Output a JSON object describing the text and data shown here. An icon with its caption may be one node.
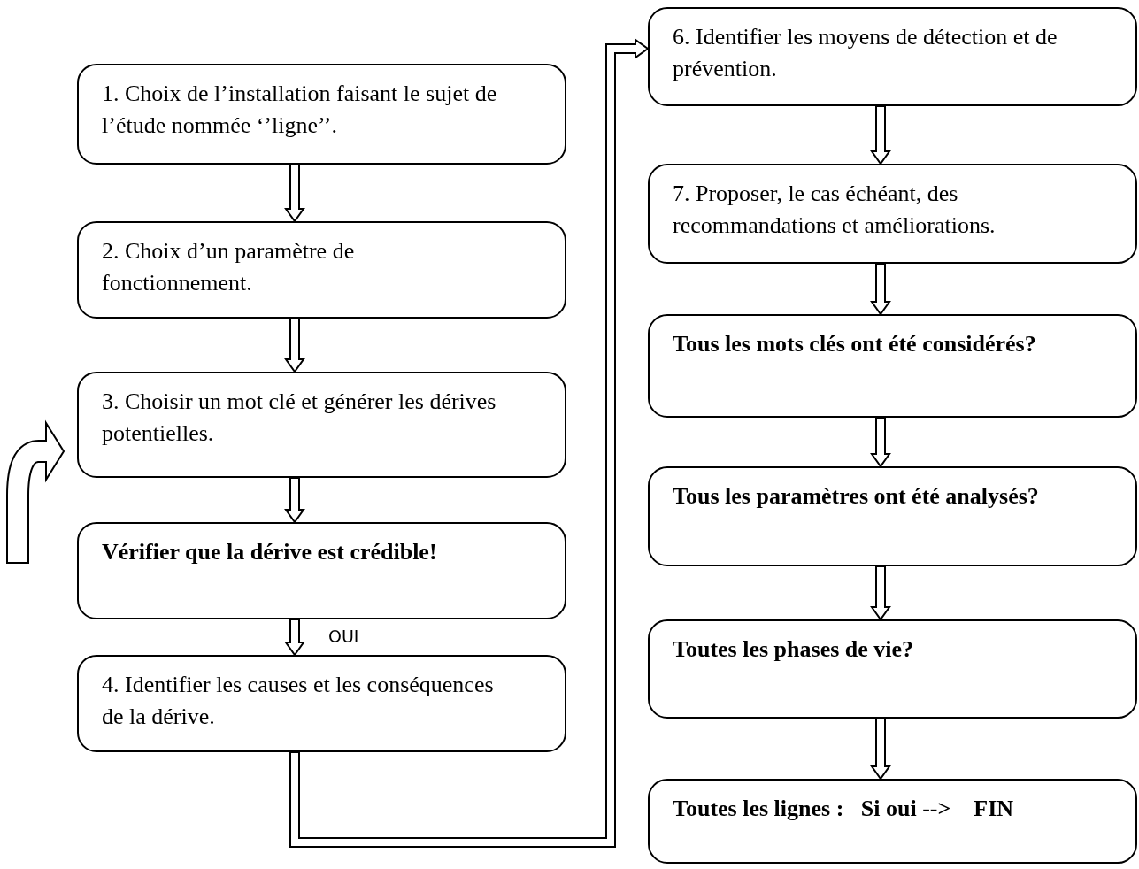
{
  "diagram": {
    "nodes": [
      {
        "text": [
          "1. Choix de l’installation faisant le sujet de l’étude nommée ‘’ligne’’."
        ]
      },
      {
        "text": [
          "2. Choix d’un paramètre de fonctionnement."
        ]
      },
      {
        "text": [
          "3. Choisir un mot clé et générer les dérives potentielles."
        ]
      },
      {
        "text": [
          "Vérifier que la dérive est crédible!"
        ]
      },
      {
        "text": [
          "4. Identifier les causes et les conséquences de la dérive."
        ]
      },
      {
        "text": [
          "6. Identifier les moyens de détection et de prévention."
        ]
      },
      {
        "text": [
          "7. Proposer, le cas échéant, des recommandations et améliorations."
        ]
      },
      {
        "text": [
          "Tous les mots clés ont été considérés?"
        ]
      },
      {
        "text": [
          "Tous les paramètres ont été analysés?"
        ]
      },
      {
        "text": [
          "Toutes les phases de vie?"
        ]
      },
      {
        "text": [
          "Toutes les lignes :   Si oui -->    FIN"
        ]
      }
    ],
    "edges": [
      {
        "from": 0,
        "to": 1,
        "arrow": "to"
      },
      {
        "from": 1,
        "to": 2,
        "arrow": "to"
      },
      {
        "from": 2,
        "to": 3,
        "arrow": "to"
      },
      {
        "from": 3,
        "to": 4,
        "arrow": "to",
        "label": "OUI"
      },
      {
        "from": 4,
        "to": 5,
        "arrow": "to"
      },
      {
        "from": 5,
        "to": 6,
        "arrow": "to"
      },
      {
        "from": 6,
        "to": 7,
        "arrow": "to"
      },
      {
        "from": 7,
        "to": 8,
        "arrow": "to"
      },
      {
        "from": 8,
        "to": 9,
        "arrow": "to"
      },
      {
        "from": 9,
        "to": 10,
        "arrow": "to"
      },
      {
        "from": null,
        "to": 2,
        "arrow": "to"
      }
    ]
  }
}
